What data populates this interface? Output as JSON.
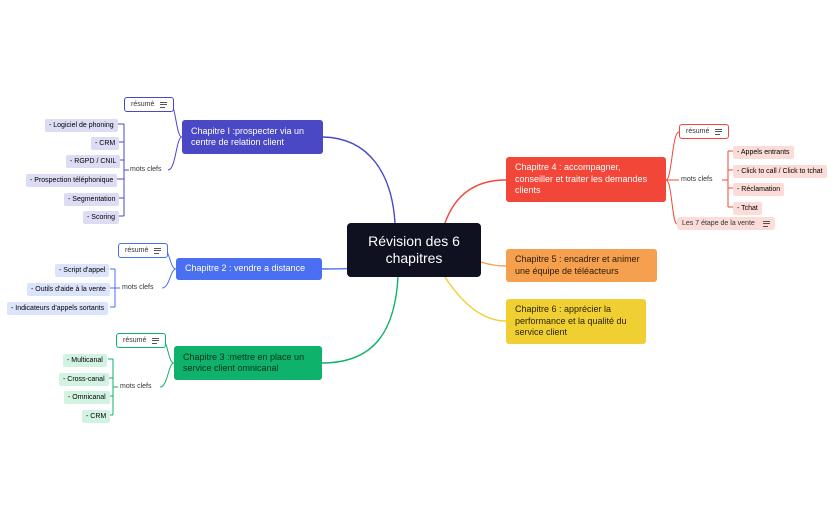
{
  "central": {
    "title": "Révision des 6 chapitres"
  },
  "colors": {
    "ch1": "#4a48c4",
    "ch2": "#4a6ff0",
    "ch3": "#0fb26b",
    "ch4": "#f24738",
    "ch5": "#f4a04e",
    "ch6": "#f0cf32"
  },
  "chapters": [
    {
      "title": "Chapitre I :prospecter via un centre de relation client",
      "resume": "résumé",
      "keywords_label": "mots clefs",
      "keywords": [
        "- Logiciel de phoning",
        "- CRM",
        "- RGPD / CNIL",
        "- Prospection téléphonique",
        "- Segmentation",
        "- Scoring"
      ]
    },
    {
      "title": "Chapitre 2 : vendre a distance",
      "resume": "résumé",
      "keywords_label": "mots clefs",
      "keywords": [
        "- Script d'appel",
        "- Outils d'aide à la vente",
        "- Indicateurs d'appels sortants"
      ]
    },
    {
      "title": "Chapitre 3 :mettre en place un service client omnicanal",
      "resume": "résumé",
      "keywords_label": "mots clefs",
      "keywords": [
        "- Multicanal",
        "- Cross-canal",
        "- Omnicanal",
        "- CRM"
      ]
    },
    {
      "title": "Chapitre 4 : accompagner, conseiller et traiter les demandes clients",
      "resume": "résumé",
      "keywords_label": "mots clefs",
      "keywords": [
        "- Appels entrants",
        "- Click to call / Click to tchat",
        "- Réclamation",
        "- Tchat"
      ],
      "extra": "Les 7 étape de la vente"
    },
    {
      "title": "Chapitre 5 : encadrer et animer une équipe de téléacteurs"
    },
    {
      "title": "Chapitre 6 : apprécier la performance et la qualité du service client"
    }
  ]
}
